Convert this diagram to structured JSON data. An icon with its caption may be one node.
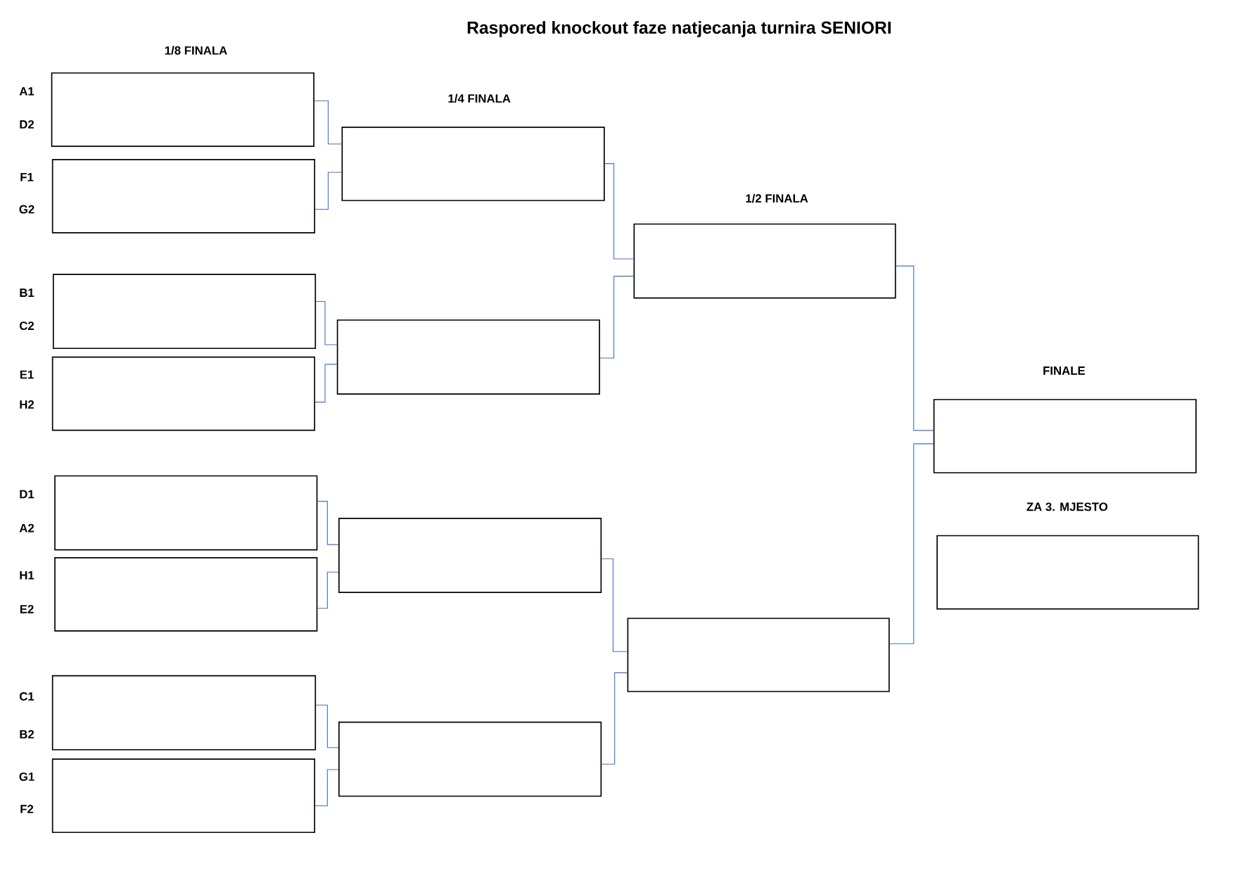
{
  "diagram": {
    "title": "Raspored knockout faze natjecanja turnira SENIORI",
    "nodes": [
      {
        "text": [],
        "shape": "box",
        "beside": [
          "A1",
          "D2"
        ]
      },
      {
        "text": [],
        "shape": "box",
        "beside": [
          "F1",
          "G2"
        ]
      },
      {
        "text": [],
        "shape": "box",
        "beside": [
          "B1",
          "C2"
        ]
      },
      {
        "text": [],
        "shape": "box",
        "beside": [
          "E1",
          "H2"
        ]
      },
      {
        "text": [],
        "shape": "box",
        "beside": [
          "D1",
          "A2"
        ]
      },
      {
        "text": [],
        "shape": "box",
        "beside": [
          "H1",
          "E2"
        ]
      },
      {
        "text": [],
        "shape": "box",
        "beside": [
          "C1",
          "B2"
        ]
      },
      {
        "text": [],
        "shape": "box",
        "beside": [
          "G1",
          "F2"
        ]
      },
      {
        "text": [],
        "shape": "box"
      },
      {
        "text": [],
        "shape": "box"
      },
      {
        "text": [],
        "shape": "box"
      },
      {
        "text": [],
        "shape": "box"
      },
      {
        "text": [],
        "shape": "box"
      },
      {
        "text": [],
        "shape": "box"
      },
      {
        "text": [
          "FINALE"
        ]
      },
      {
        "text": [
          "ZA 3. MJESTO"
        ]
      }
    ],
    "edges": [
      {
        "from": 0,
        "to": 8,
        "arrow": "none"
      },
      {
        "from": 1,
        "to": 8,
        "arrow": "none"
      },
      {
        "from": 2,
        "to": 9,
        "arrow": "none"
      },
      {
        "from": 3,
        "to": 9,
        "arrow": "none"
      },
      {
        "from": 4,
        "to": 10,
        "arrow": "none"
      },
      {
        "from": 5,
        "to": 10,
        "arrow": "none"
      },
      {
        "from": 6,
        "to": 11,
        "arrow": "none"
      },
      {
        "from": 7,
        "to": 11,
        "arrow": "none"
      },
      {
        "from": 8,
        "to": 12,
        "arrow": "none"
      },
      {
        "from": 9,
        "to": 12,
        "arrow": "none"
      },
      {
        "from": 10,
        "to": 13,
        "arrow": "none"
      },
      {
        "from": 11,
        "to": 13,
        "arrow": "none"
      },
      {
        "from": 12,
        "to": 14,
        "arrow": "none"
      },
      {
        "from": 13,
        "to": 14,
        "arrow": "none"
      }
    ],
    "labels": [
      "1/8 FINALA",
      "1/4 FINALA",
      "1/2 FINALA"
    ]
  }
}
